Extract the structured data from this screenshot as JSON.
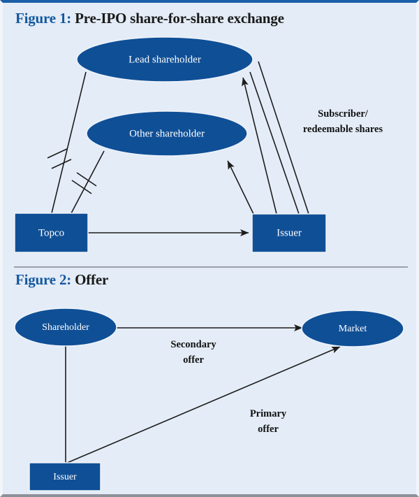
{
  "panel": {
    "background_color": "#e4ecf7",
    "accent_color": "#14589e",
    "node_fill_color": "#0f4f96",
    "line_color": "#1d1d1d",
    "divider_color": "#9aa0a6"
  },
  "figure1": {
    "number_label": "Figure 1:",
    "title": "Pre-IPO share-for-share exchange",
    "nodes": {
      "lead_shareholder": "Lead shareholder",
      "other_shareholder": "Other shareholder",
      "topco": "Topco",
      "issuer": "Issuer"
    },
    "edge_labels": {
      "subscriber_line1": "Subscriber/",
      "subscriber_line2": "redeemable shares"
    }
  },
  "figure2": {
    "number_label": "Figure 2:",
    "title": "Offer",
    "nodes": {
      "shareholder": "Shareholder",
      "market": "Market",
      "issuer": "Issuer"
    },
    "edge_labels": {
      "secondary_line1": "Secondary",
      "secondary_line2": "offer",
      "primary_line1": "Primary",
      "primary_line2": "offer"
    }
  }
}
